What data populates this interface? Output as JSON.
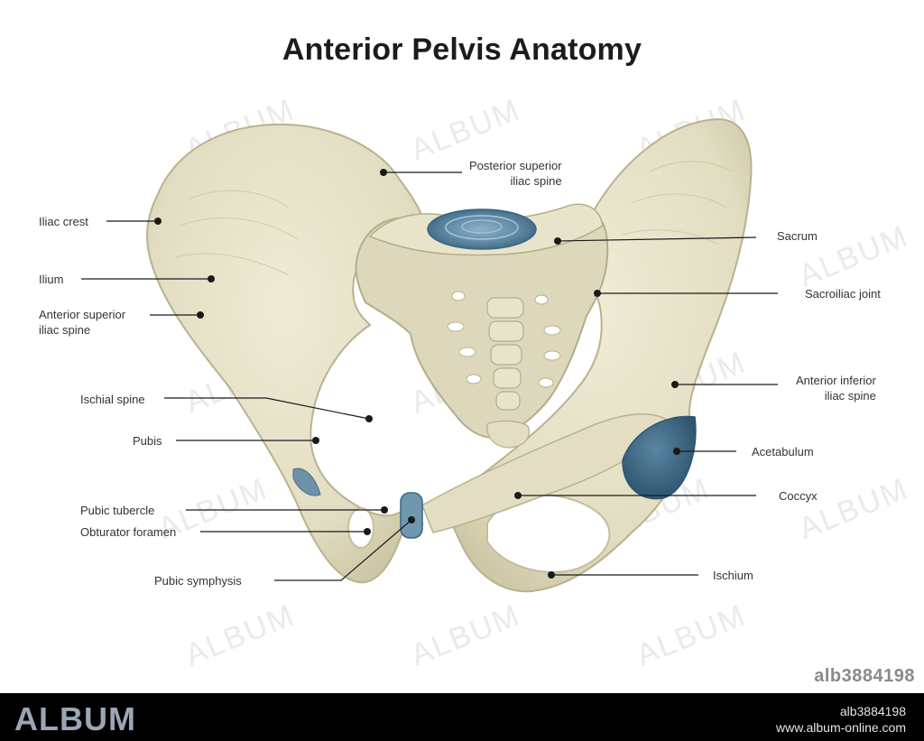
{
  "title": "Anterior Pelvis Anatomy",
  "labels": {
    "posterior_superior_iliac_spine": [
      "Posterior superior",
      "iliac spine"
    ],
    "iliac_crest": "Iliac crest",
    "sacrum": "Sacrum",
    "ilium": "Ilium",
    "sacroiliac_joint": "Sacroiliac joint",
    "anterior_superior_iliac_spine": [
      "Anterior superior",
      "iliac spine"
    ],
    "anterior_inferior_iliac_spine": [
      "Anterior inferior",
      "iliac spine"
    ],
    "ischial_spine": "Ischial spine",
    "pubis": "Pubis",
    "acetabulum": "Acetabulum",
    "coccyx": "Coccyx",
    "pubic_tubercle": "Pubic tubercle",
    "obturator_foramen": "Obturator foramen",
    "ischium": "Ischium",
    "pubic_symphysis": "Pubic symphysis"
  },
  "watermark_text": "ALBUM",
  "stock_id": "alb3884198",
  "footer": {
    "logo": "ALBUM",
    "id": "alb3884198",
    "url": "www.album-online.com"
  },
  "colors": {
    "bone": "#e6e2c9",
    "bone_shade": "#c9c4a4",
    "cartilage": "#4f7894",
    "disc": "#5c88a4",
    "leader": "#1a1a1a",
    "footer_bg": "#000000"
  }
}
